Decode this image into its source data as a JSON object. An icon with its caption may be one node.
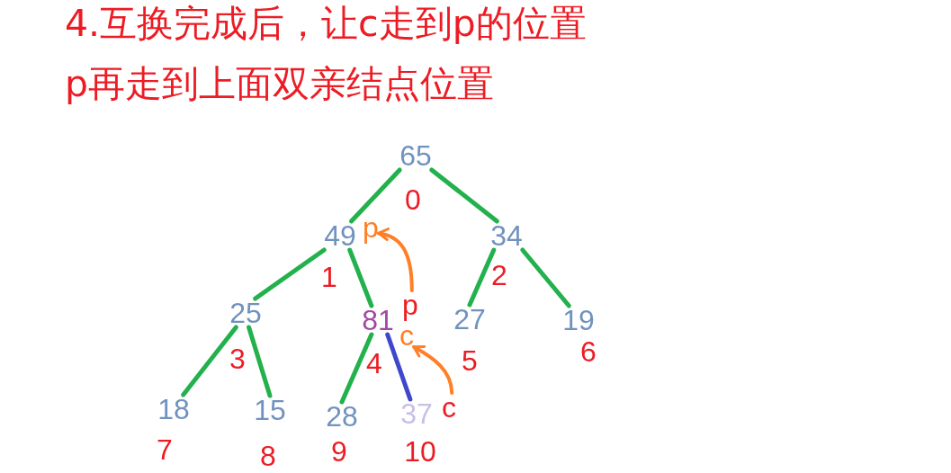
{
  "diagram": {
    "title": "4.互换完成后，让c走到p的位置",
    "nodes": [
      {
        "text": [
          "65"
        ],
        "beside": [
          "0"
        ]
      },
      {
        "text": [
          "49"
        ],
        "beside": [
          "1"
        ]
      },
      {
        "text": [
          "p"
        ]
      },
      {
        "text": [
          "34"
        ],
        "beside": [
          "2"
        ]
      },
      {
        "text": [
          "25"
        ],
        "beside": [
          "3"
        ]
      },
      {
        "text": [
          "81"
        ],
        "beside": [
          "4"
        ]
      },
      {
        "text": [
          "p"
        ]
      },
      {
        "text": [
          "27"
        ],
        "beside": [
          "5"
        ]
      },
      {
        "text": [
          "19"
        ],
        "beside": [
          "6"
        ]
      },
      {
        "text": [
          "c"
        ]
      },
      {
        "text": [
          "18"
        ],
        "beside": [
          "7"
        ]
      },
      {
        "text": [
          "15"
        ],
        "beside": [
          "8"
        ]
      },
      {
        "text": [
          "28"
        ],
        "beside": [
          "9"
        ]
      },
      {
        "text": [
          "37"
        ],
        "beside": [
          "10"
        ]
      },
      {
        "text": [
          "c"
        ]
      }
    ],
    "edges": [
      {
        "from": 0,
        "to": 1,
        "arrow": "none"
      },
      {
        "from": 0,
        "to": 3,
        "arrow": "none"
      },
      {
        "from": 1,
        "to": 4,
        "arrow": "none"
      },
      {
        "from": 1,
        "to": 5,
        "arrow": "none"
      },
      {
        "from": 3,
        "to": 7,
        "arrow": "none"
      },
      {
        "from": 3,
        "to": 8,
        "arrow": "none"
      },
      {
        "from": 4,
        "to": 10,
        "arrow": "none"
      },
      {
        "from": 4,
        "to": 11,
        "arrow": "none"
      },
      {
        "from": 5,
        "to": 12,
        "arrow": "none"
      },
      {
        "from": 5,
        "to": 13,
        "arrow": "none",
        "color": "#3f48cc"
      },
      {
        "from": 6,
        "to": 2,
        "arrow": "to",
        "color": "#ff7f27"
      },
      {
        "from": 14,
        "to": 9,
        "arrow": "to",
        "color": "#ff7f27"
      }
    ],
    "labels": [
      "p再走到上面双亲结点位置"
    ]
  }
}
